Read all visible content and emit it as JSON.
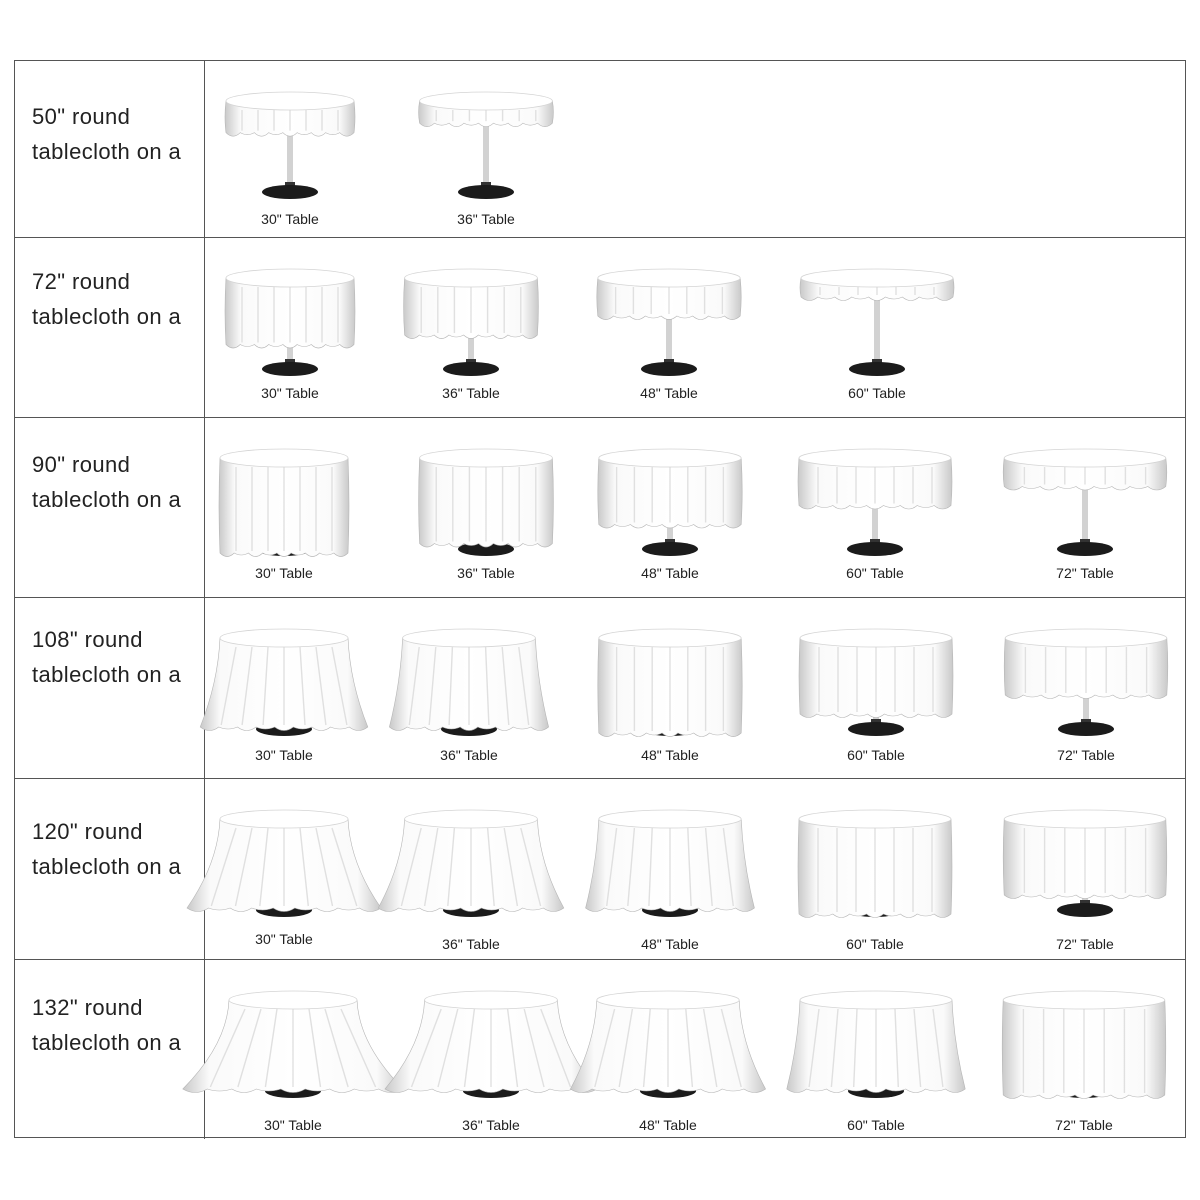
{
  "rows": [
    {
      "label_lines": [
        "50\" round",
        "tablecloth on a"
      ],
      "cloth_in": 50,
      "tables": [
        {
          "size_in": 30,
          "caption": "30\" Table"
        },
        {
          "size_in": 36,
          "caption": "36\" Table"
        }
      ]
    },
    {
      "label_lines": [
        "72\" round",
        "tablecloth on a"
      ],
      "cloth_in": 72,
      "tables": [
        {
          "size_in": 30,
          "caption": "30\" Table"
        },
        {
          "size_in": 36,
          "caption": "36\" Table"
        },
        {
          "size_in": 48,
          "caption": "48\" Table"
        },
        {
          "size_in": 60,
          "caption": "60\" Table"
        }
      ]
    },
    {
      "label_lines": [
        "90\" round",
        "tablecloth on a"
      ],
      "cloth_in": 90,
      "tables": [
        {
          "size_in": 30,
          "caption": "30\" Table"
        },
        {
          "size_in": 36,
          "caption": "36\" Table"
        },
        {
          "size_in": 48,
          "caption": "48\" Table"
        },
        {
          "size_in": 60,
          "caption": "60\" Table"
        },
        {
          "size_in": 72,
          "caption": "72\" Table"
        }
      ]
    },
    {
      "label_lines": [
        "108\" round",
        "tablecloth on a"
      ],
      "cloth_in": 108,
      "tables": [
        {
          "size_in": 30,
          "caption": "30\" Table"
        },
        {
          "size_in": 36,
          "caption": "36\" Table"
        },
        {
          "size_in": 48,
          "caption": "48\" Table"
        },
        {
          "size_in": 60,
          "caption": "60\" Table"
        },
        {
          "size_in": 72,
          "caption": "72\" Table"
        }
      ]
    },
    {
      "label_lines": [
        "120\" round",
        "tablecloth on a"
      ],
      "cloth_in": 120,
      "tables": [
        {
          "size_in": 30,
          "caption": "30\" Table"
        },
        {
          "size_in": 36,
          "caption": "36\" Table"
        },
        {
          "size_in": 48,
          "caption": "48\" Table"
        },
        {
          "size_in": 60,
          "caption": "60\" Table"
        },
        {
          "size_in": 72,
          "caption": "72\" Table"
        }
      ]
    },
    {
      "label_lines": [
        "132\" round",
        "tablecloth on a"
      ],
      "cloth_in": 132,
      "tables": [
        {
          "size_in": 30,
          "caption": "30\" Table"
        },
        {
          "size_in": 36,
          "caption": "36\" Table"
        },
        {
          "size_in": 48,
          "caption": "48\" Table"
        },
        {
          "size_in": 60,
          "caption": "60\" Table"
        },
        {
          "size_in": 72,
          "caption": "72\" Table"
        }
      ]
    }
  ],
  "table_height_in": 30,
  "colors": {
    "cloth_light": "#fafafa",
    "cloth_shade": "#c9c9c9",
    "cloth_edge": "#b5b5b5",
    "pole": "#d2d2d2",
    "base": "#1b1b1b",
    "border": "#555555"
  }
}
